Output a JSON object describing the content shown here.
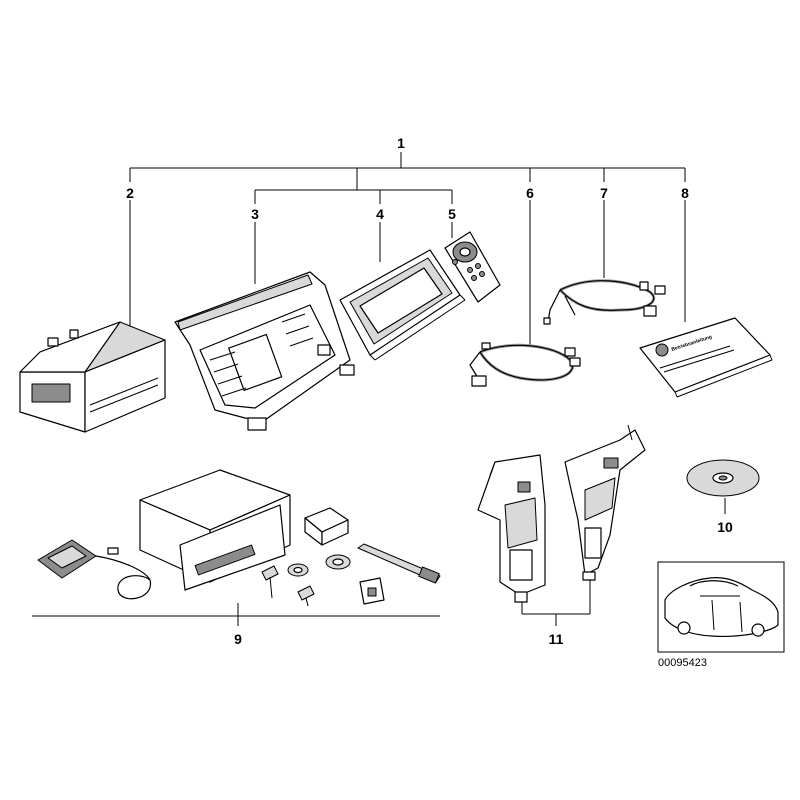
{
  "diagram": {
    "callouts": {
      "c1": "1",
      "c2": "2",
      "c3": "3",
      "c4": "4",
      "c5": "5",
      "c6": "6",
      "c7": "7",
      "c8": "8",
      "c9": "9",
      "c10": "10",
      "c11": "11"
    },
    "drawing_number": "00095423",
    "manual_title": "Betriebsanleitung"
  }
}
